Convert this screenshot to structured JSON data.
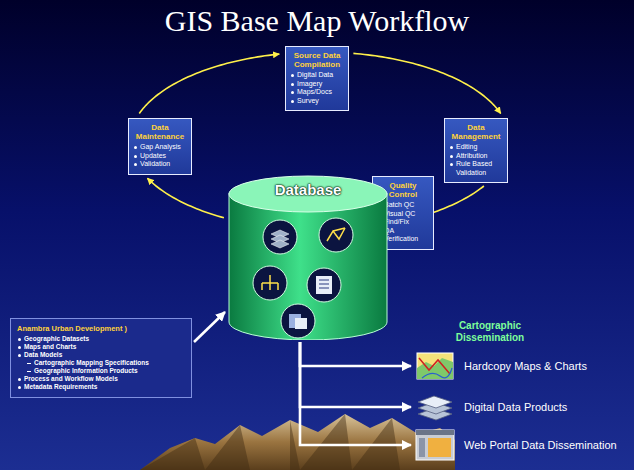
{
  "diagram": {
    "title": "GIS Base Map Workflow",
    "nodes": [
      {
        "text": [
          "Source Data Compilation",
          "Digital Data",
          "Imagery",
          "Maps/Docs",
          "Survey"
        ]
      },
      {
        "text": [
          "Data Management",
          "Editing",
          "Attribution",
          "Rule Based Validation"
        ]
      },
      {
        "text": [
          "Quality Control",
          "Batch QC",
          "Visual QC",
          "Find/Fix",
          "QA Verification"
        ]
      },
      {
        "text": [
          "Database"
        ]
      },
      {
        "text": [
          "Data Maintenance",
          "Gap Analysis",
          "Updates",
          "Validation"
        ]
      },
      {
        "text": [
          "Anambra Urban Development )",
          "Geographic Datasets",
          "Maps and Charts",
          "Data Models",
          "Cartographic Mapping Specifications",
          "Geographic Information Products",
          "Process and Workflow Models",
          "Metadata Requirements"
        ]
      },
      {
        "text": [
          "Hardcopy Maps & Charts"
        ]
      },
      {
        "text": [
          "Digital Data Products"
        ]
      },
      {
        "text": [
          "Web Portal Data Dissemination"
        ]
      }
    ],
    "edges": [
      {
        "from": 0,
        "to": 1,
        "arrow": "to"
      },
      {
        "from": 1,
        "to": 3,
        "arrow": "to"
      },
      {
        "from": 3,
        "to": 4,
        "arrow": "to"
      },
      {
        "from": 4,
        "to": 0,
        "arrow": "to"
      },
      {
        "from": 5,
        "to": 3,
        "arrow": "to"
      },
      {
        "from": 3,
        "to": 6,
        "arrow": "to"
      },
      {
        "from": 3,
        "to": 7,
        "arrow": "to"
      },
      {
        "from": 3,
        "to": 8,
        "arrow": "to"
      }
    ],
    "labels": [
      "Cartographic Dissemination"
    ]
  }
}
